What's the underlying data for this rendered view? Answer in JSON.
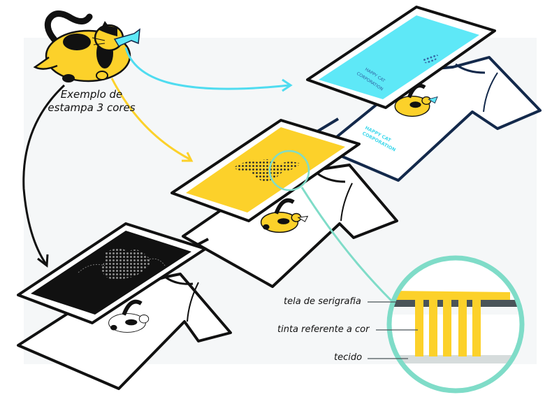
{
  "caption": {
    "line1": "Exemplo de",
    "line2": "estampa 3 cores"
  },
  "screens": [
    {
      "name": "cyan-screen",
      "color": "#5ee8f7",
      "order": 1
    },
    {
      "name": "yellow-screen",
      "color": "#fcd12a",
      "order": 2
    },
    {
      "name": "black-screen",
      "color": "#111111",
      "order": 3
    }
  ],
  "shirt_print_text": {
    "line1": "HAPPY CAT",
    "line2": "CORPORATION"
  },
  "detail_labels": {
    "screen": "tela de serigrafia",
    "ink": "tinta referente a cor",
    "fabric": "tecido"
  },
  "colors": {
    "cyan": "#5ee8f7",
    "yellow": "#fcd12a",
    "black": "#111111",
    "navy": "#13294b",
    "teal_circle": "#7fdcc8",
    "mesh_gray": "#4a5459",
    "fabric_gray": "#d6dcdc",
    "background": "#f5f7f8"
  }
}
